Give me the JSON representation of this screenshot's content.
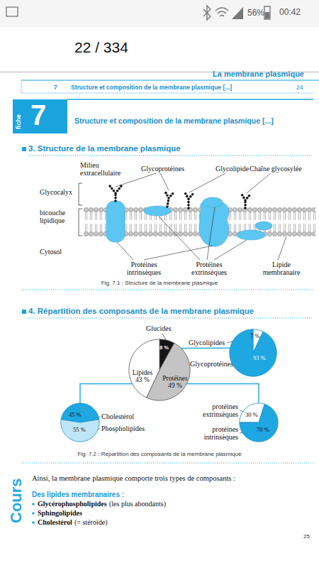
{
  "diagram": {
    "title": "Structure et composition de la membrane plasmique [...]",
    "nodes": [
      {
        "text": [
          "fiche",
          "7"
        ]
      },
      {
        "text": [
          "8 %",
          "Lipides 43 %",
          "Protéines 49 %"
        ]
      },
      {
        "text": [
          "7 %",
          "93 %"
        ]
      },
      {
        "text": [
          "45 %",
          "55 %"
        ]
      },
      {
        "text": [
          "30 %",
          "70 %"
        ]
      }
    ],
    "edges": [
      {
        "from": 1,
        "to": 2,
        "arrow": "none"
      },
      {
        "from": 1,
        "to": 3,
        "arrow": "none"
      },
      {
        "from": 1,
        "to": 4,
        "arrow": "none"
      }
    ],
    "labels": [
      "56%",
      "00:42",
      "22 / 334",
      "La membrane plasmique",
      "7",
      "Structure et composition de la membrane plasmique [...]",
      "24",
      "3. Structure de la membrane plasmique",
      "Milieu extracellulaire",
      "Glycoprotéines",
      "Glycolipide",
      "Chaîne glycosylée",
      "Glycocalyx",
      "bicouche lipidique",
      "Cytosol",
      "Protéines intrinsèques",
      "Protéines extrinsèques",
      "Lipide membranaire",
      "Fig. 7.1 : Structure de la membrane plasmique",
      "4. Répartition des composants de la membrane plasmique",
      "Glucides",
      "Glycolipides",
      "Glycoprotéines",
      "Cholestérol",
      "Phospholipides",
      "protéines extrinsèques",
      "protéines intrinsèques",
      "Fig. 7.2 : Répartition des composants de la membrane plasmique",
      "Ainsi, la membrane plasmique comporte trois types de composants :",
      "Des lipides membranaires :",
      "Glycérophospholipides",
      "(les plus abondants)",
      "Sphingolipides",
      "Cholestérol",
      "(= stéroïde)",
      "Cours",
      "25"
    ]
  }
}
